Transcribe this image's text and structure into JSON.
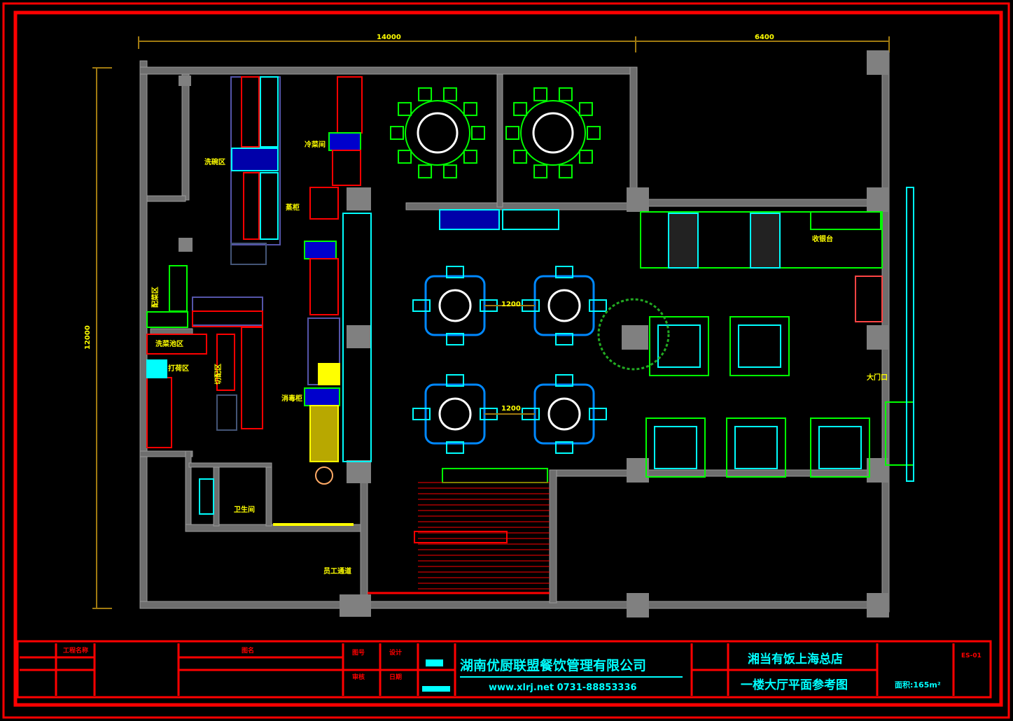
{
  "drawing": {
    "dimensions": {
      "top_left": "14000",
      "top_right": "6400",
      "left_height": "12000"
    },
    "rooms": {
      "kitchen_labels": [
        "洗碗区",
        "冷菜间",
        "蒸柜",
        "打荷区",
        "消毒柜",
        "洗菜池区",
        "配菜区",
        "切配区"
      ],
      "restroom": "卫生间",
      "back_door": "员工通道",
      "front_door": "大门口",
      "cashier": "收银台",
      "aisle_labels": [
        "1200",
        "1200"
      ]
    }
  },
  "title_block": {
    "company": "湖南优厨联盟餐饮管理有限公司",
    "contact": "www.xlrj.net   0731-88853336",
    "project": "湘当有饭上海总店",
    "drawing_title": "一楼大厅平面参考图",
    "scale": "面积:165m²",
    "field_labels": [
      "工程名称",
      "图名",
      "图号",
      "设计",
      "审核",
      "日期"
    ],
    "sheet": "ES-01"
  },
  "colors": {
    "frame": "#ff0000",
    "wall": "#808080",
    "accent": "#00ffff",
    "dims": "#ffff00"
  }
}
